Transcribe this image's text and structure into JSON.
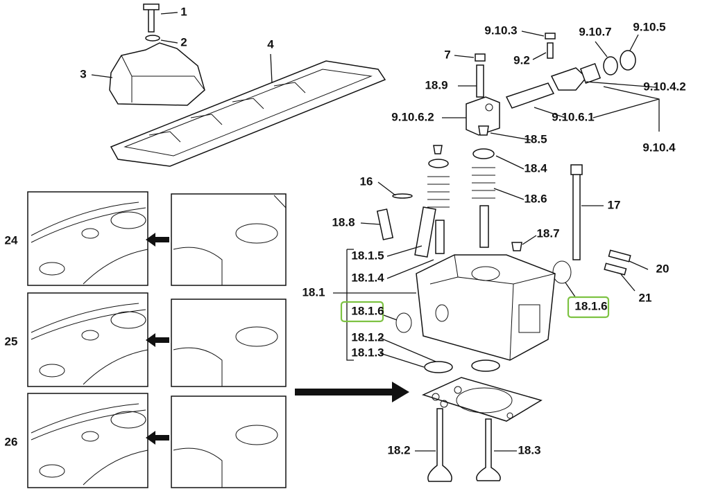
{
  "diagram": {
    "callouts": {
      "c1": "1",
      "c2": "2",
      "c3": "3",
      "c4": "4",
      "c7": "7",
      "c9_10_3": "9.10.3",
      "c9_2": "9.2",
      "c9_10_7": "9.10.7",
      "c9_10_5": "9.10.5",
      "c9_10_4_2": "9.10.4.2",
      "c18_9": "18.9",
      "c9_10_6_2": "9.10.6.2",
      "c9_10_6_1": "9.10.6.1",
      "c9_10_4": "9.10.4",
      "c18_5": "18.5",
      "c18_4": "18.4",
      "c18_6": "18.6",
      "c17": "17",
      "c16": "16",
      "c18_8": "18.8",
      "c18_7": "18.7",
      "c18_1_5": "18.1.5",
      "c18_1_4": "18.1.4",
      "c18_1": "18.1",
      "c18_1_6_left": "18.1.6",
      "c18_1_6_right": "18.1.6",
      "c18_1_2": "18.1.2",
      "c18_1_3": "18.1.3",
      "c20": "20",
      "c21": "21",
      "c18_2": "18.2",
      "c18_3": "18.3",
      "c24": "24",
      "c25": "25",
      "c26": "26"
    },
    "highlight_color": "#7dc242"
  }
}
